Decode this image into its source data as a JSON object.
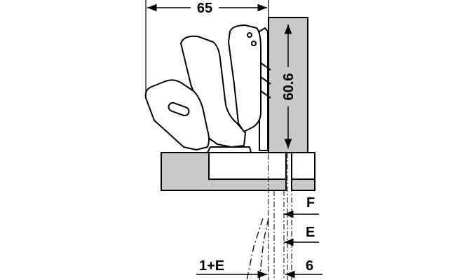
{
  "dimensions": {
    "width_label": "65",
    "height_label": "60.6",
    "f_label": "F",
    "e_label": "E",
    "one_plus_e_label": "1+E",
    "six_label": "6"
  },
  "colors": {
    "panel_gray": "#c8c8c8",
    "outline": "#000000",
    "hinge_fill": "#ffffff",
    "background": "#ffffff"
  }
}
